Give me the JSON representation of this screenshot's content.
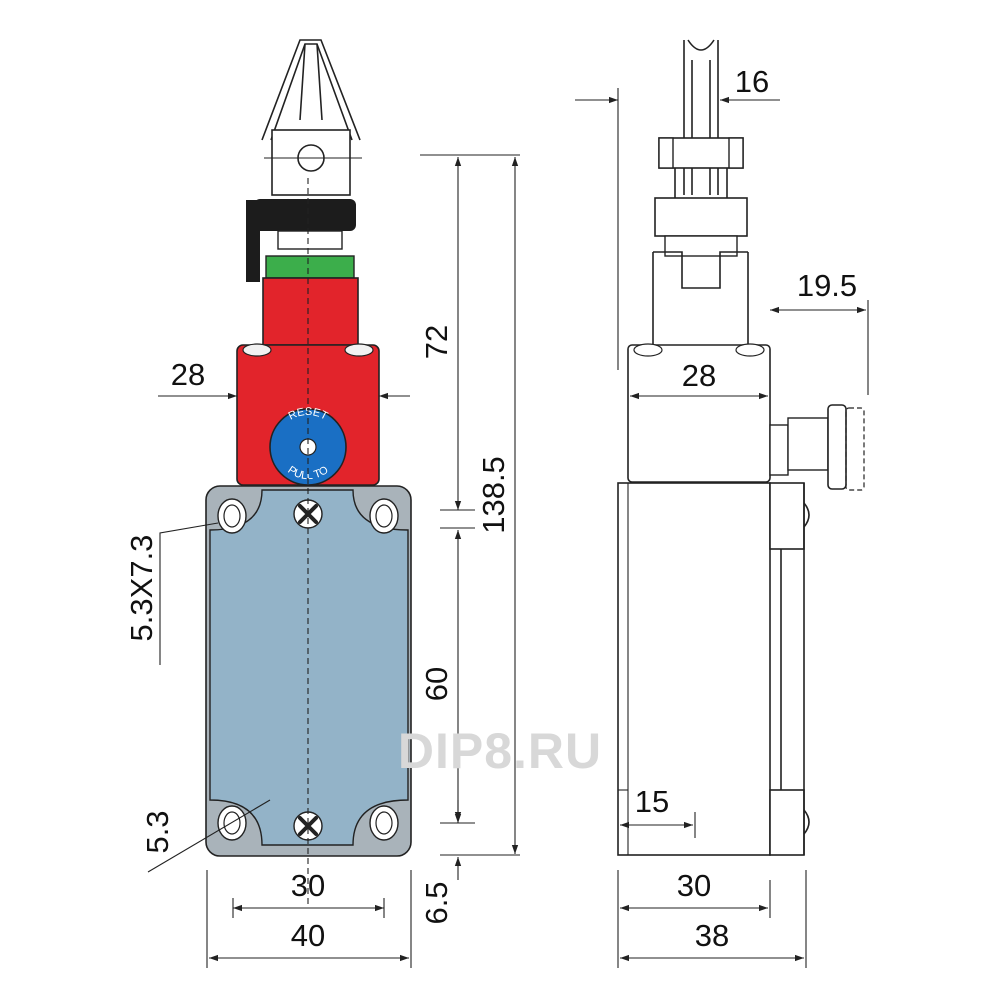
{
  "watermark": "DIP8.RU",
  "reset_button": {
    "top_text": "RESET",
    "bottom_text": "PULL TO"
  },
  "colors": {
    "red_head": "#e2242b",
    "blue_body": "#93b3c8",
    "grey_plate": "#a9b3ba",
    "green_band": "#3cae4b",
    "black_collar": "#1c1c1c",
    "reset_blue": "#1a6fc4"
  },
  "dimensions": {
    "front": {
      "head_width": "28",
      "head_height": "72",
      "total_height": "138.5",
      "body_height": "60",
      "slot": "5.3X7.3",
      "hole": "5.3",
      "hole_spacing": "30",
      "body_width": "40",
      "bottom_offset": "6.5"
    },
    "side": {
      "lever_width": "16",
      "head_width": "28",
      "reset_offset": "19.5",
      "bottom_feature": "15",
      "hole_spacing": "30",
      "body_depth": "38"
    }
  }
}
